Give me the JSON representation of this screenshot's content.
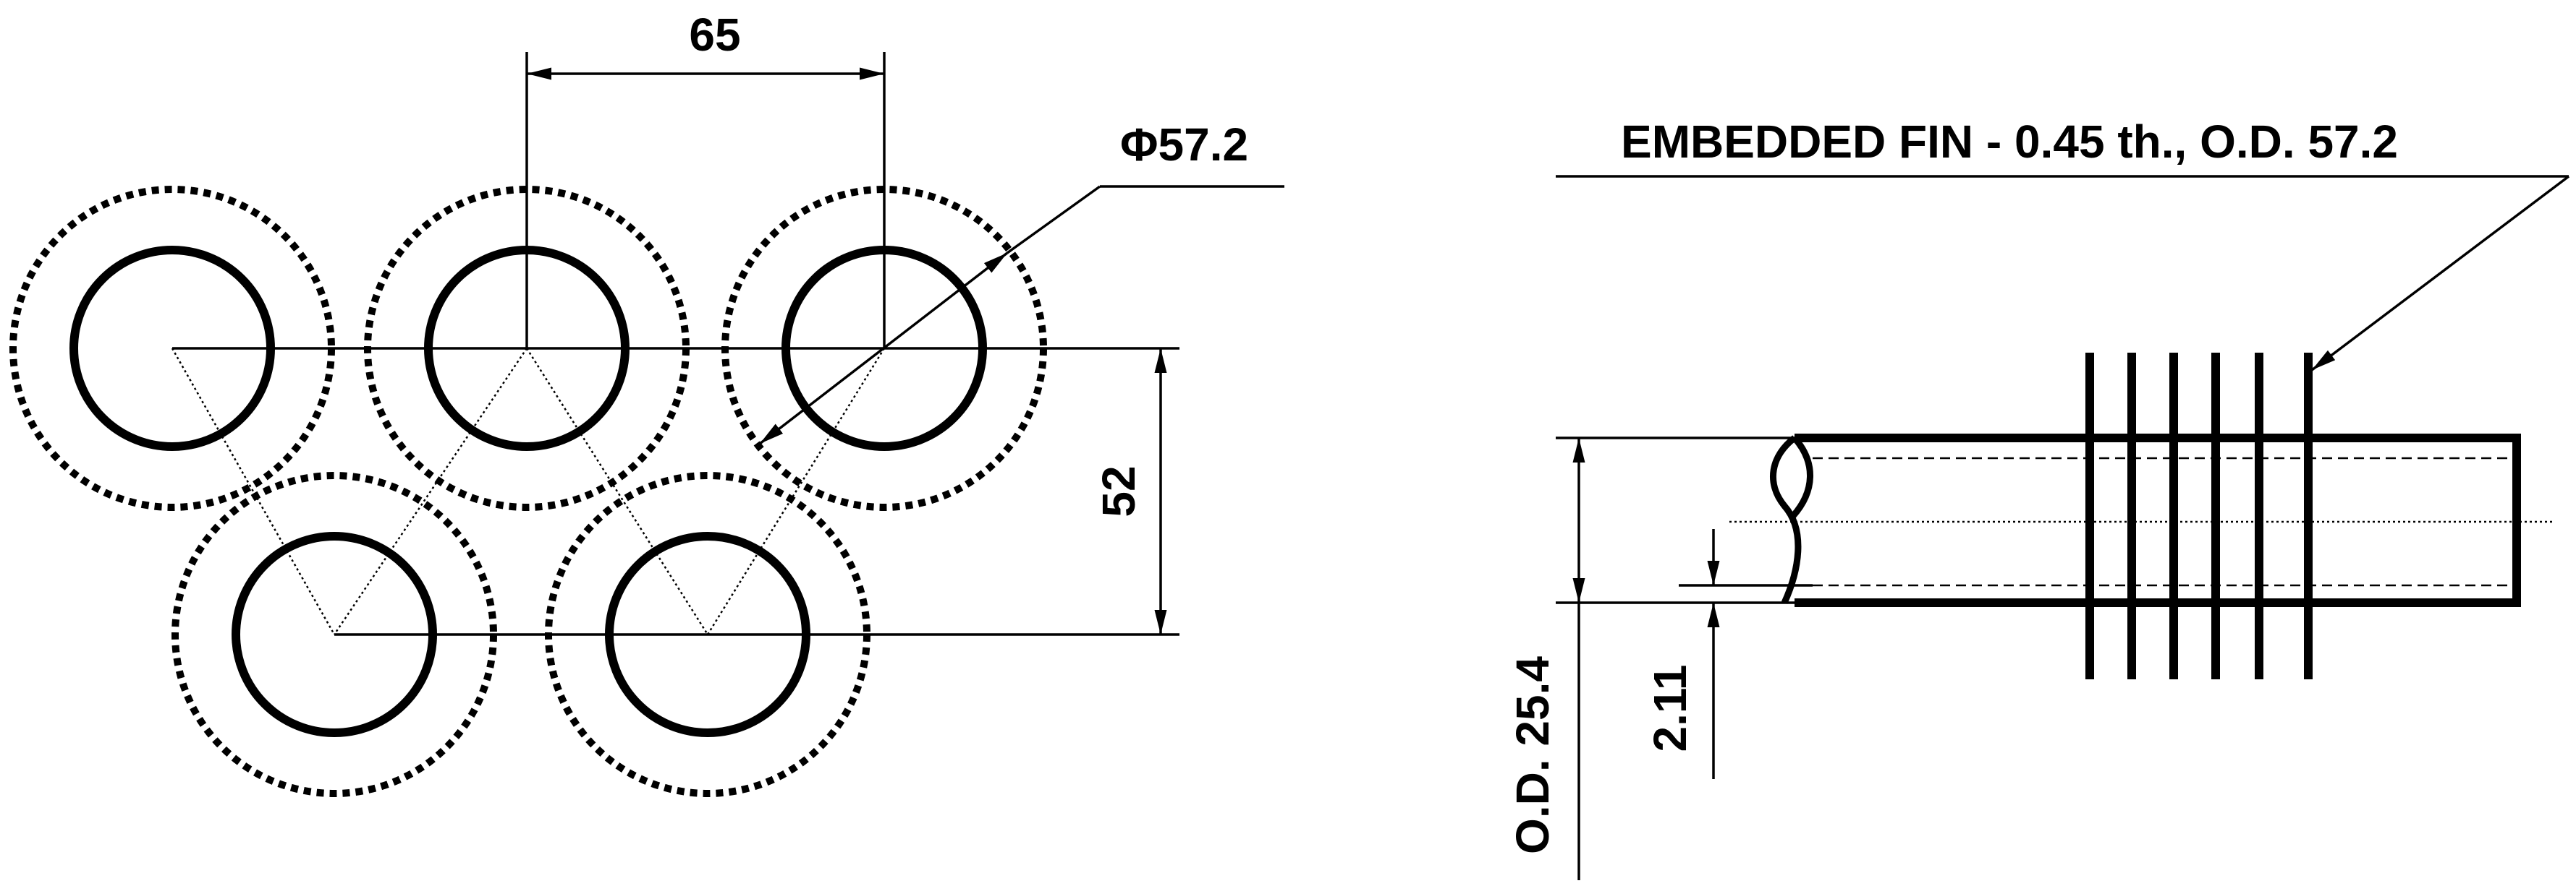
{
  "labels": {
    "pitch_horizontal": "65",
    "fin_diameter": "Φ57.2",
    "row_pitch": "52",
    "fin_description": "EMBEDDED FIN - 0.45 th., O.D. 57.2",
    "tube_od": "O.D. 25.4",
    "wall_thickness": "2.11"
  }
}
